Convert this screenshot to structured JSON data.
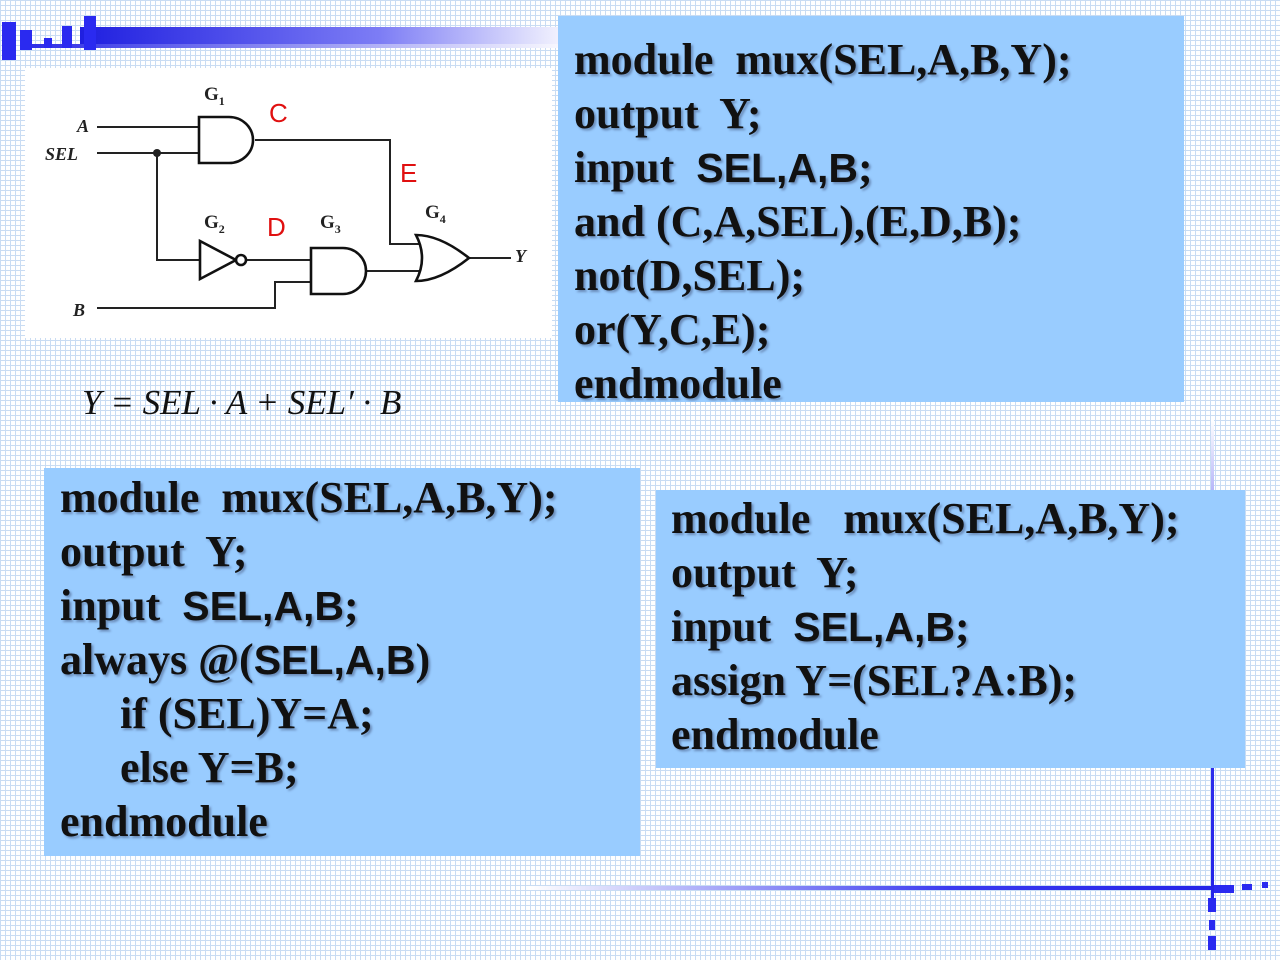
{
  "circuit": {
    "inputs": {
      "a": "A",
      "sel": "SEL",
      "b": "B"
    },
    "output": "Y",
    "gates": {
      "g1": {
        "base": "G",
        "sub": "1"
      },
      "g2": {
        "base": "G",
        "sub": "2"
      },
      "g3": {
        "base": "G",
        "sub": "3"
      },
      "g4": {
        "base": "G",
        "sub": "4"
      }
    },
    "signals": {
      "c": "C",
      "d": "D",
      "e": "E"
    },
    "signal_color": "#e01010"
  },
  "equation": "Y = SEL · A + SEL′ · B",
  "code_blocks": {
    "gate_level": {
      "l1": "module  mux(SEL,A,B,Y);",
      "l2": "output  Y;",
      "l3_kw": "input  ",
      "l3_args": "SEL,A,B",
      "l3_end": ";",
      "l4": "and (C,A,SEL),(E,D,B);",
      "l5": "not(D,SEL);",
      "l6": "or(Y,C,E);",
      "l7": "endmodule"
    },
    "behavioral": {
      "l1": "module  mux(SEL,A,B,Y);",
      "l2": "output  Y;",
      "l3_kw": "input  ",
      "l3_args": "SEL,A,B",
      "l3_end": ";",
      "l4_kw": "always @(",
      "l4_args": "SEL,A,B",
      "l4_end": ")",
      "l5": "if (SEL)Y=A;",
      "l6": "else Y=B;",
      "l7": "endmodule"
    },
    "dataflow": {
      "l1": "module   mux(SEL,A,B,Y);",
      "l2": "output  Y;",
      "l3_kw": "input  ",
      "l3_args": "SEL,A,B",
      "l3_end": ";",
      "l4": "assign Y=(SEL?A:B);",
      "l5": "endmodule"
    }
  },
  "theme": {
    "code_box_bg": "#99ccff",
    "frame_accent": "#2a2af0"
  }
}
